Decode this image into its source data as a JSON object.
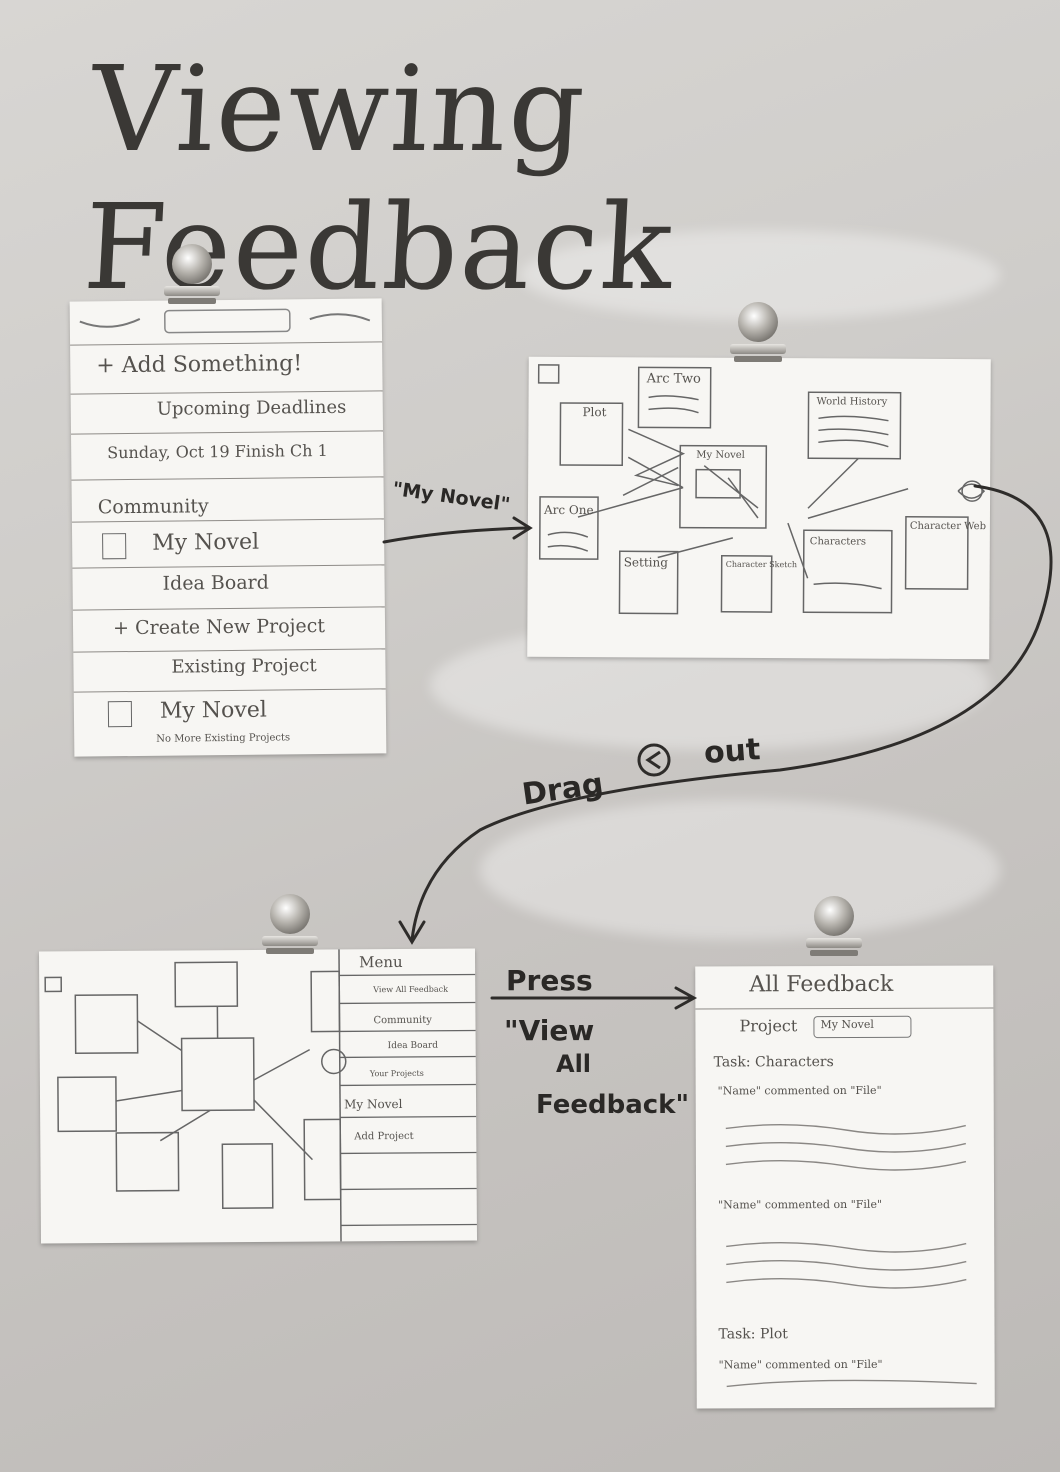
{
  "title": "Viewing Feedback",
  "arrow_labels": {
    "my_novel": "\"My Novel\"",
    "drag_word": "Drag",
    "out_word": "out",
    "press": "Press",
    "view": "\"View",
    "all": "All",
    "feedback": "Feedback\""
  },
  "sketch_home": {
    "add": "+ Add Something!",
    "upcoming": "Upcoming Deadlines",
    "deadline": "Sunday, Oct 19 Finish Ch 1",
    "community": "Community",
    "my_novel": "My Novel",
    "idea_board": "Idea Board",
    "create": "+ Create New Project",
    "existing": "Existing Project",
    "my_novel_2": "My Novel",
    "no_more": "No More Existing Projects"
  },
  "sketch_board": {
    "arc_two": "Arc Two",
    "plot": "Plot",
    "world_history": "World History",
    "my_novel": "My Novel",
    "arc_one": "Arc One",
    "setting": "Setting",
    "character_sketch": "Character Sketch",
    "characters": "Characters",
    "character_web": "Character Web"
  },
  "sketch_menu": {
    "menu": "Menu",
    "view_all": "View All Feedback",
    "community": "Community",
    "idea_board": "Idea Board",
    "your_projects": "Your Projects",
    "my_novel": "My Novel",
    "add": "Add Project"
  },
  "sketch_feedback": {
    "title": "All Feedback",
    "project": "Project",
    "project_value": "My Novel",
    "task": "Task: Characters",
    "comment1": "\"Name\" commented on \"File\"",
    "comment2": "\"Name\" commented on \"File\"",
    "task2": "Task: Plot",
    "comment3": "\"Name\" commented on \"File\""
  }
}
